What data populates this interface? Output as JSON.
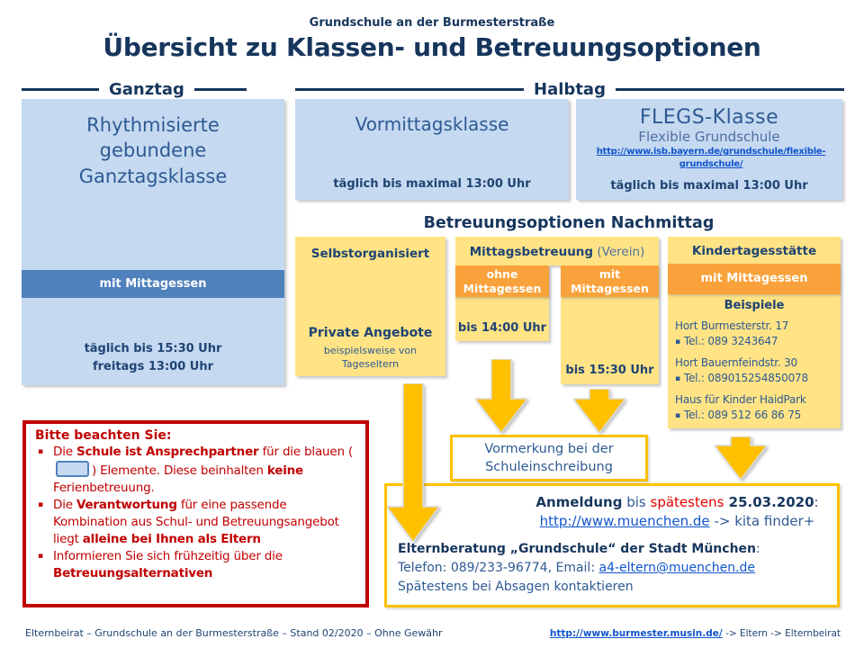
{
  "header": {
    "school": "Grundschule an der Burmesterstraße",
    "title": "Übersicht zu Klassen- und Betreuungsoptionen"
  },
  "section_labels": {
    "ganztag": "Ganztag",
    "halbtag": "Halbtag"
  },
  "ganztagsklasse": {
    "title": "Rhythmisierte gebundene Ganztagsklasse",
    "band": "mit Mittagessen",
    "time1": "täglich bis 15:30 Uhr",
    "time2": "freitags 13:00 Uhr"
  },
  "vormittagsklasse": {
    "title": "Vormittagsklasse",
    "time": "täglich bis maximal 13:00 Uhr"
  },
  "flegs": {
    "title": "FLEGS-Klasse",
    "subtitle": "Flexible Grundschule",
    "link": "http://www.isb.bayern.de/grundschule/flexible-grundschule/",
    "time": "täglich bis maximal 13:00 Uhr"
  },
  "nachmittag_heading": "Betreuungsoptionen Nachmittag",
  "selbstorganisiert": {
    "title": "Selbstorganisiert",
    "subtitle": "Private Angebote",
    "note": "beispielsweise von Tageseltern"
  },
  "mittagsbetreuung": {
    "title": "Mittagsbetreuung",
    "title_suffix": " (Verein)",
    "ohne": {
      "header": "ohne Mittagessen",
      "time": "bis 14:00 Uhr"
    },
    "mit": {
      "header": "mit Mittagessen",
      "time": "bis 15:30 Uhr"
    }
  },
  "kita": {
    "title": "Kindertagesstätte",
    "band": "mit Mittagessen",
    "examples_label": "Beispiele",
    "bullet": "▪",
    "entries": [
      {
        "name": "Hort Burmesterstr. 17",
        "tel": "Tel.: 089 3243647"
      },
      {
        "name": "Hort Bauernfeindstr. 30",
        "tel": "Tel.: 089015254850078"
      },
      {
        "name": "Haus für Kinder HaidPark",
        "tel": "Tel.: 089 512 66 86 75"
      }
    ]
  },
  "notice": {
    "title": "Bitte beachten Sie:",
    "bullet": "▪",
    "b1_pre": "Die ",
    "b1_bold": "Schule ist Ansprechpartner",
    "b1_mid": " für die blauen (",
    "b1_after_swatch": ") Elemente. Diese beinhalten ",
    "b1_bold2": "keine",
    "b1_end": " Ferienbetreuung.",
    "b2_pre": "Die ",
    "b2_bold": "Verantwortung",
    "b2_mid": " für eine passende Kombination aus Schul- und Betreuungsangebot liegt ",
    "b2_bold2": "alleine bei Ihnen als Eltern",
    "b3_pre": "Informieren Sie sich frühzeitig über die ",
    "b3_bold": "Betreuungsalternativen"
  },
  "vormerkung": {
    "line1": "Vormerkung bei der",
    "line2": "Schuleinschreibung"
  },
  "anmeldung": {
    "bold1": "Anmeldung",
    "mid1": " bis ",
    "red": "spätestens",
    "date": " 25.03.2020",
    "colon": ":",
    "link": "http://www.muenchen.de",
    "link_suffix": " -> kita finder+",
    "eltern_bold": "Elternberatung „Grundschule“ der Stadt München",
    "eltern_colon": ":",
    "line2_pre": "Telefon: 089/233-96774, Email: ",
    "email": "a4-eltern@muenchen.de",
    "line3": "Spätestens bei Absagen kontaktieren"
  },
  "footer": {
    "left": "Elternbeirat – Grundschule an der Burmesterstraße – Stand 02/2020 – Ohne Gewähr",
    "link": "http://www.burmester.musin.de/",
    "link_suffix": " -> Eltern -> Elternbeirat"
  },
  "colors": {
    "navy": "#17365D",
    "box_text_blue": "#2E5A93",
    "light_blue": "#C5D9F1",
    "steel_blue": "#4F81BD",
    "light_yellow": "#FFE385",
    "orange": "#F9A23B",
    "gold": "#FFC000",
    "red": "#C00000",
    "alert_red": "#E00000",
    "link_blue": "#1155CC"
  }
}
